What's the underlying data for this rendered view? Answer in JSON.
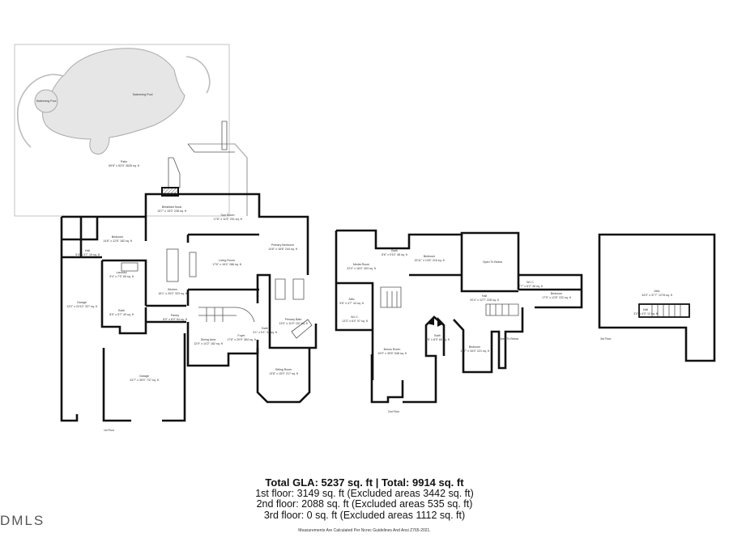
{
  "first_floor": {
    "label": "1st Floor",
    "rooms": [
      {
        "name": "Swimming Pool",
        "dims": ""
      },
      {
        "name": "Swimming Pool",
        "dims": ""
      },
      {
        "name": "Patio",
        "dims": "69'8\" x 52'0\" 3635 sq. ft"
      },
      {
        "name": "Breakfast Nook",
        "dims": "15'7\" x 15'0\" 238 sq. ft"
      },
      {
        "name": "Sun Room",
        "dims": "17'6\" x 11'5\" 201 sq. ft"
      },
      {
        "name": "Primary Bedroom",
        "dims": "14'8\" x 16'8\" 244 sq. ft"
      },
      {
        "name": "Living Room",
        "dims": "17'6\" x 16'4\" 286 sq. ft"
      },
      {
        "name": "Kitchen",
        "dims": "16'1\" x 20'0\" 323 sq. ft"
      },
      {
        "name": "Bedroom",
        "dims": "14'6\" x 12'8\" 182 sq. ft"
      },
      {
        "name": "Hall",
        "dims": "5'4\" x 3'7\" 19 sq. ft"
      },
      {
        "name": "Laundry",
        "dims": "9'4\" x 7'0\" 65 sq. ft"
      },
      {
        "name": "Garage",
        "dims": "13'2\" x 24'10\" 327 sq. ft"
      },
      {
        "name": "Bath",
        "dims": "8'9\" x 5'7\" 49 sq. ft"
      },
      {
        "name": "Pantry",
        "dims": "8'0\" x 8'0\" 64 sq. ft"
      },
      {
        "name": "Dining Area",
        "dims": "12'9\" x 14'2\" 182 sq. ft"
      },
      {
        "name": "Foyer",
        "dims": "17'6\" x 20'9\" 364 sq. ft"
      },
      {
        "name": "Primary Bath",
        "dims": "13'0\" x 11'9\" 157 sq. ft"
      },
      {
        "name": "Bath",
        "dims": "4'1\" x 5'1\" 34 sq. ft"
      },
      {
        "name": "Sitting Room",
        "dims": "13'8\" x 15'0\" 217 sq. ft"
      },
      {
        "name": "Garage",
        "dims": "24'7\" x 30'0\" 737 sq. ft"
      }
    ]
  },
  "second_floor": {
    "label": "2nd Floor",
    "rooms": [
      {
        "name": "Media Room",
        "dims": "22'0\" x 18'4\" 403 sq. ft"
      },
      {
        "name": "Bath",
        "dims": "8'6\" x 5'10\" 48 sq. ft"
      },
      {
        "name": "Bedroom",
        "dims": "15'11\" x 13'6\" 215 sq. ft"
      },
      {
        "name": "Open To Below",
        "dims": ""
      },
      {
        "name": "Attic",
        "dims": "9'6\" x 4'7\" 44 sq. ft"
      },
      {
        "name": "W.I.C.",
        "dims": "13'3\" x 6'4\" 97 sq. ft"
      },
      {
        "name": "Hall",
        "dims": "20'4\" x 12'7\" 228 sq. ft"
      },
      {
        "name": "W.I.C.",
        "dims": "7'7\" x 6'2\" 38 sq. ft"
      },
      {
        "name": "Bedroom",
        "dims": "17'9\" x 12'8\" 222 sq. ft"
      },
      {
        "name": "Bath",
        "dims": "7'6\" x 8'0\" 60 sq. ft"
      },
      {
        "name": "Bonus Room",
        "dims": "19'0\" x 35'5\" 548 sq. ft"
      },
      {
        "name": "Bedroom",
        "dims": "12'7\" x 16'4\" 221 sq. ft"
      },
      {
        "name": "Open To Below",
        "dims": ""
      }
    ]
  },
  "third_floor": {
    "label": "3rd Floor",
    "rooms": [
      {
        "name": "Attic",
        "dims": "34'0\" x 37'7\" 1278 sq. ft"
      },
      {
        "name": "Hall",
        "dims": "3'0\" x 4'0\" 12 sq. ft"
      }
    ]
  },
  "summary": {
    "total": "Total GLA: 5237 sq. ft | Total: 9914 sq. ft",
    "first": "1st floor: 3149 sq. ft (Excluded areas 3442 sq. ft)",
    "second": "2nd floor: 2088 sq. ft (Excluded areas 535 sq. ft)",
    "third": "3rd floor: 0 sq. ft (Excluded areas 1112 sq. ft)",
    "note": "Measurements Are Calculated Per Ncrec Guidelines And Ansi Z765-2021."
  },
  "logo": "DMLS"
}
